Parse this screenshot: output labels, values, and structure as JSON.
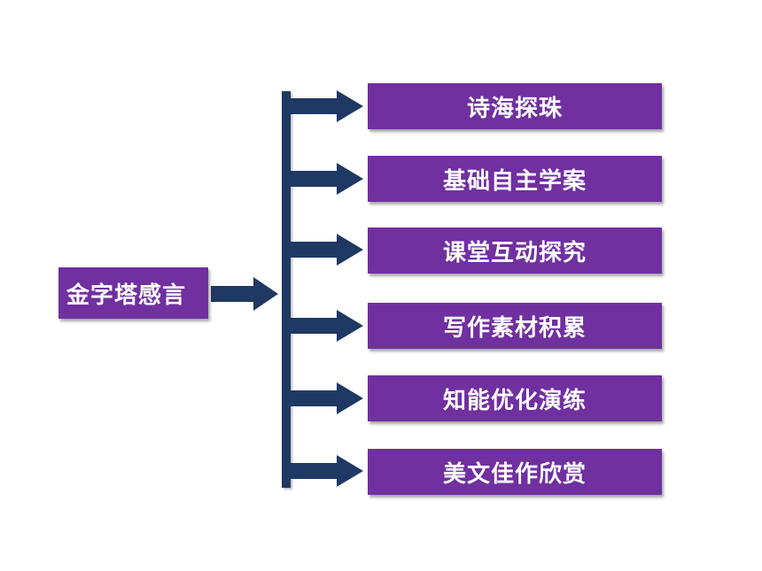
{
  "diagram": {
    "root_label": "金字塔感言",
    "items": [
      {
        "label": "诗海探珠"
      },
      {
        "label": "基础自主学案"
      },
      {
        "label": "课堂互动探究"
      },
      {
        "label": "写作素材积累"
      },
      {
        "label": "知能优化演练"
      },
      {
        "label": "美文佳作欣赏"
      }
    ]
  },
  "colors": {
    "box_fill": "#7030a0",
    "box_text": "#ffffff",
    "connector": "#1f3864"
  }
}
